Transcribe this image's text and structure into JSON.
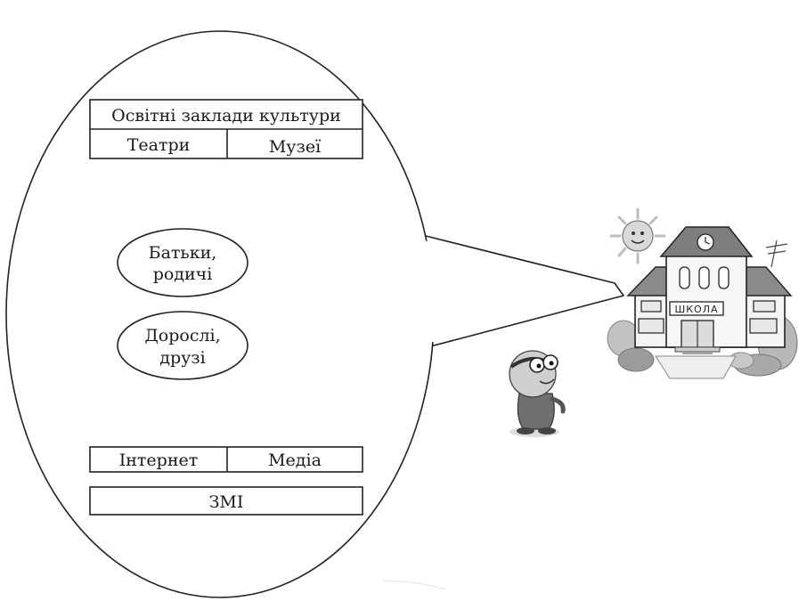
{
  "bubble": {
    "institutions": {
      "header": "Освітні заклади культури",
      "left": "Театри",
      "right": "Музеї"
    },
    "parents": {
      "line1": "Батьки,",
      "line2": "родичі"
    },
    "adults": {
      "line1": "Дорослі,",
      "line2": "друзі"
    },
    "media": {
      "left": "Інтернет",
      "right": "Медіа",
      "bottom": "ЗМІ"
    }
  },
  "school": {
    "sign": "ШКОЛА"
  },
  "colors": {
    "stroke": "#222222",
    "roof": "#8a8a8a",
    "wall": "#f4f4f4",
    "sun": "#c8c8c8"
  }
}
